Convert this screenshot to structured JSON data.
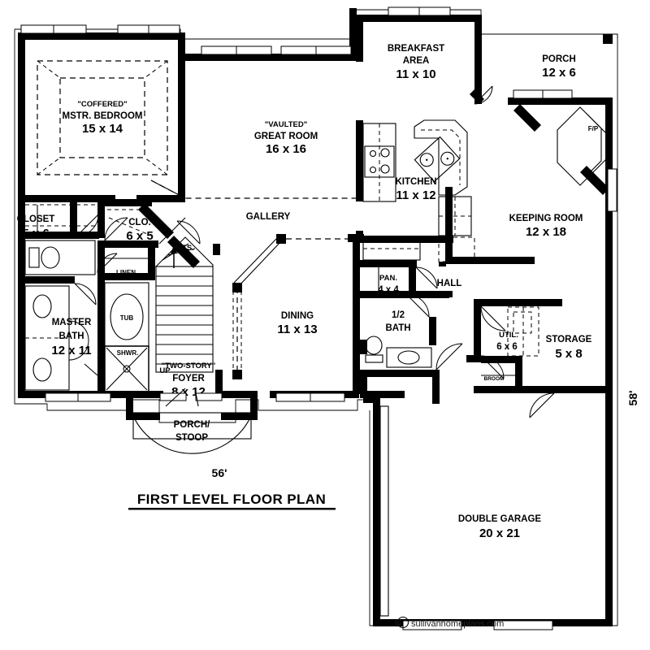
{
  "plan": {
    "title": "FIRST LEVEL FLOOR PLAN",
    "width_dimension": "56'",
    "depth_dimension": "58'",
    "copyright": "sullivanhomeplans.com",
    "copyright_symbol": "©"
  },
  "rooms": [
    {
      "id": "mstr_bedroom",
      "qualifier": "\"COFFERED\"",
      "name": "MSTR. BEDROOM",
      "size": "15 x 14"
    },
    {
      "id": "great_room",
      "qualifier": "\"VAULTED\"",
      "name": "GREAT ROOM",
      "size": "16 x 16"
    },
    {
      "id": "breakfast",
      "qualifier": "",
      "name": "BREAKFAST",
      "name2": "AREA",
      "size": "11 x 10"
    },
    {
      "id": "porch",
      "qualifier": "",
      "name": "PORCH",
      "size": "12 x 6"
    },
    {
      "id": "kitchen",
      "qualifier": "",
      "name": "KITCHEN",
      "size": "11 x 12"
    },
    {
      "id": "keeping_room",
      "qualifier": "",
      "name": "KEEPING ROOM",
      "size": "12 x 18"
    },
    {
      "id": "closet",
      "qualifier": "",
      "name": "CLOSET",
      "size": "5 x 6"
    },
    {
      "id": "clo",
      "qualifier": "",
      "name": "CLO.",
      "size": "6 x 5"
    },
    {
      "id": "master_bath",
      "qualifier": "",
      "name": "MASTER",
      "name2": "BATH",
      "size": "12 x 11"
    },
    {
      "id": "foyer",
      "qualifier": "\"TWO-STORY\"",
      "name": "FOYER",
      "size": "8 x 12"
    },
    {
      "id": "dining",
      "qualifier": "",
      "name": "DINING",
      "size": "11 x 13"
    },
    {
      "id": "pantry",
      "qualifier": "",
      "name": "PAN.",
      "size": "4 x 4"
    },
    {
      "id": "half_bath",
      "qualifier": "",
      "name": "1/2",
      "name2": "BATH",
      "size": ""
    },
    {
      "id": "utility",
      "qualifier": "",
      "name": "UTIL.",
      "size": "6 x 6"
    },
    {
      "id": "storage",
      "qualifier": "",
      "name": "STORAGE",
      "size": "5 x 8"
    },
    {
      "id": "garage",
      "qualifier": "",
      "name": "DOUBLE GARAGE",
      "size": "20 x 21"
    }
  ],
  "labels": {
    "gallery": "GALLERY",
    "hall": "HALL",
    "cts": "CTS.",
    "linen": "LINEN",
    "tub": "TUB",
    "shwr": "SHWR.",
    "up": "UP",
    "broom": "BROOM",
    "fp": "F/P",
    "porch_stoop_line1": "PORCH/",
    "porch_stoop_line2": "STOOP"
  }
}
